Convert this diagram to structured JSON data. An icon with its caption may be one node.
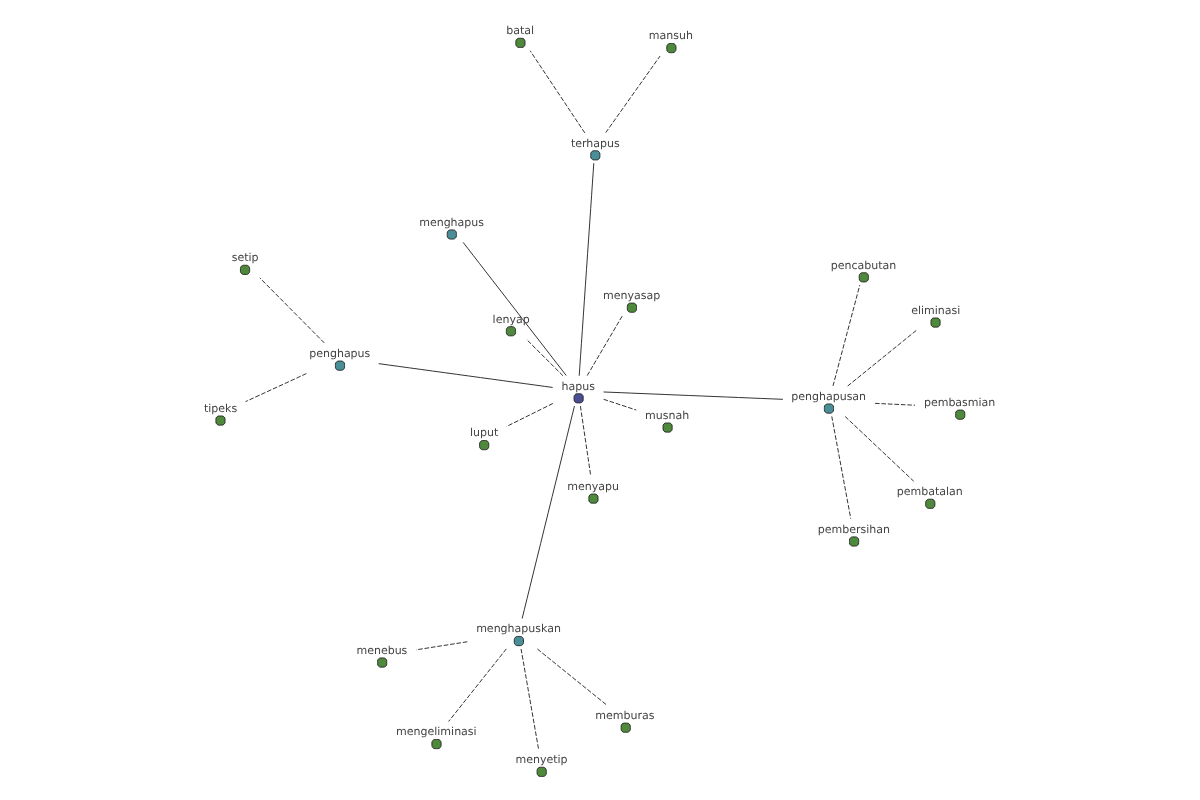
{
  "diagram": {
    "nodes": [
      {
        "text": [
          "hapus"
        ]
      },
      {
        "text": [
          "menghapuskan"
        ]
      },
      {
        "text": [
          "penghapusan"
        ]
      },
      {
        "text": [
          "menghapus"
        ]
      },
      {
        "text": [
          "terhapus"
        ]
      },
      {
        "text": [
          "penghapus"
        ]
      },
      {
        "text": [
          "menebus"
        ]
      },
      {
        "text": [
          "memburas"
        ]
      },
      {
        "text": [
          "mengeliminasi"
        ]
      },
      {
        "text": [
          "menyetip"
        ]
      },
      {
        "text": [
          "pembatalan"
        ]
      },
      {
        "text": [
          "pembersihan"
        ]
      },
      {
        "text": [
          "pembasmian"
        ]
      },
      {
        "text": [
          "eliminasi"
        ]
      },
      {
        "text": [
          "pencabutan"
        ]
      },
      {
        "text": [
          "musnah"
        ]
      },
      {
        "text": [
          "menyapu"
        ]
      },
      {
        "text": [
          "lenyap"
        ]
      },
      {
        "text": [
          "luput"
        ]
      },
      {
        "text": [
          "menyasap"
        ]
      },
      {
        "text": [
          "setip"
        ]
      },
      {
        "text": [
          "tipeks"
        ]
      },
      {
        "text": [
          "batal"
        ]
      },
      {
        "text": [
          "mansuh"
        ]
      }
    ],
    "edges": [
      {
        "from": 0,
        "to": 1,
        "arrow": "none"
      },
      {
        "from": 0,
        "to": 2,
        "arrow": "none"
      },
      {
        "from": 0,
        "to": 3,
        "arrow": "none"
      },
      {
        "from": 0,
        "to": 4,
        "arrow": "none"
      },
      {
        "from": 0,
        "to": 5,
        "arrow": "none"
      },
      {
        "from": 0,
        "to": 15,
        "arrow": "none",
        "style": "dashed"
      },
      {
        "from": 0,
        "to": 16,
        "arrow": "none",
        "style": "dashed"
      },
      {
        "from": 0,
        "to": 17,
        "arrow": "none",
        "style": "dashed"
      },
      {
        "from": 0,
        "to": 18,
        "arrow": "none",
        "style": "dashed"
      },
      {
        "from": 0,
        "to": 19,
        "arrow": "none",
        "style": "dashed"
      },
      {
        "from": 1,
        "to": 6,
        "arrow": "none",
        "style": "dashed"
      },
      {
        "from": 1,
        "to": 7,
        "arrow": "none",
        "style": "dashed"
      },
      {
        "from": 1,
        "to": 8,
        "arrow": "none",
        "style": "dashed"
      },
      {
        "from": 1,
        "to": 9,
        "arrow": "none",
        "style": "dashed"
      },
      {
        "from": 2,
        "to": 10,
        "arrow": "none",
        "style": "dashed"
      },
      {
        "from": 2,
        "to": 11,
        "arrow": "none",
        "style": "dashed"
      },
      {
        "from": 2,
        "to": 12,
        "arrow": "none",
        "style": "dashed"
      },
      {
        "from": 2,
        "to": 13,
        "arrow": "none",
        "style": "dashed"
      },
      {
        "from": 2,
        "to": 14,
        "arrow": "none",
        "style": "dashed"
      },
      {
        "from": 5,
        "to": 20,
        "arrow": "none",
        "style": "dashed"
      },
      {
        "from": 5,
        "to": 21,
        "arrow": "none",
        "style": "dashed"
      },
      {
        "from": 4,
        "to": 22,
        "arrow": "none",
        "style": "dashed"
      },
      {
        "from": 4,
        "to": 23,
        "arrow": "none",
        "style": "dashed"
      }
    ]
  }
}
